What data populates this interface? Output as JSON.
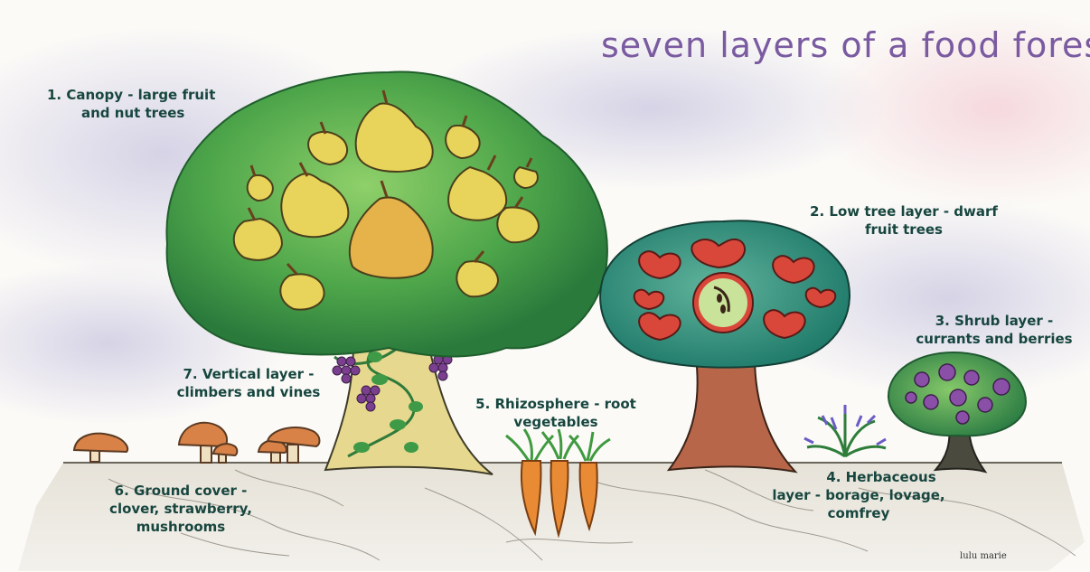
{
  "title": "seven layers of a food forest",
  "layers": {
    "canopy": {
      "line1": "1. Canopy - large fruit",
      "line2": "and nut trees"
    },
    "low_tree": {
      "line1": "2. Low tree layer - dwarf",
      "line2": "fruit trees"
    },
    "shrub": {
      "line1": "3. Shrub layer -",
      "line2": "currants and berries"
    },
    "herbaceous": {
      "line1": "4. Herbaceous",
      "line2": "layer - borage, lovage,",
      "line3": "comfrey"
    },
    "rhizosphere": {
      "line1": "5. Rhizosphere - root",
      "line2": "vegetables"
    },
    "ground_cover": {
      "line1": "6. Ground cover -",
      "line2": "clover, strawberry,",
      "line3": "mushrooms"
    },
    "vertical": {
      "line1": "7. Vertical layer -",
      "line2": "climbers and vines"
    }
  },
  "signature": "lulu marie",
  "colors": {
    "label_text": "#17463f",
    "title_text": "#7a5aa0",
    "foliage_dark": "#2e7d3a",
    "foliage_light": "#6fbf5a",
    "pear": "#e3cf57",
    "apple": "#d9473b",
    "berry": "#8a4fa6",
    "soil": "#dcd8ce"
  }
}
